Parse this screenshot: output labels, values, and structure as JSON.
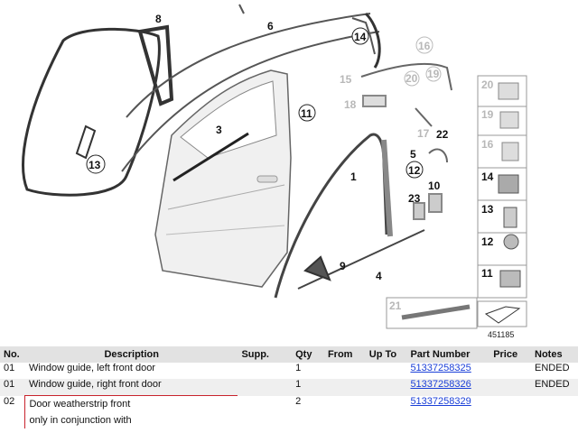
{
  "diagram": {
    "image_id": "451185",
    "callouts": [
      {
        "label": "8",
        "grey": false
      },
      {
        "label": "6",
        "grey": false
      },
      {
        "label": "14",
        "grey": false
      },
      {
        "label": "16",
        "grey": true
      },
      {
        "label": "15",
        "grey": true
      },
      {
        "label": "20",
        "grey": true
      },
      {
        "label": "19",
        "grey": true
      },
      {
        "label": "18",
        "grey": true
      },
      {
        "label": "11",
        "grey": false
      },
      {
        "label": "3",
        "grey": false
      },
      {
        "label": "17",
        "grey": true
      },
      {
        "label": "22",
        "grey": false
      },
      {
        "label": "5",
        "grey": false
      },
      {
        "label": "1",
        "grey": false
      },
      {
        "label": "12",
        "grey": false
      },
      {
        "label": "13",
        "grey": false
      },
      {
        "label": "23",
        "grey": false
      },
      {
        "label": "10",
        "grey": false
      },
      {
        "label": "9",
        "grey": false
      },
      {
        "label": "4",
        "grey": false
      },
      {
        "label": "21",
        "grey": true
      }
    ],
    "side_panel": [
      {
        "label": "20",
        "grey": true
      },
      {
        "label": "19",
        "grey": true
      },
      {
        "label": "16",
        "grey": true
      },
      {
        "label": "14",
        "grey": false
      },
      {
        "label": "13",
        "grey": false
      },
      {
        "label": "12",
        "grey": false
      },
      {
        "label": "11",
        "grey": false
      }
    ]
  },
  "table": {
    "headers": {
      "no": "No.",
      "description": "Description",
      "supp": "Supp.",
      "qty": "Qty",
      "from": "From",
      "up_to": "Up To",
      "part_number": "Part Number",
      "price": "Price",
      "notes": "Notes"
    },
    "rows": [
      {
        "no": "01",
        "description": "Window guide, left front door",
        "supp": "",
        "qty": "1",
        "from": "",
        "up_to": "",
        "part_number": "51337258325",
        "price": "",
        "notes": "ENDED"
      },
      {
        "no": "01",
        "description": "Window guide, right front door",
        "supp": "",
        "qty": "1",
        "from": "",
        "up_to": "",
        "part_number": "51337258326",
        "price": "",
        "notes": "ENDED"
      },
      {
        "no": "02",
        "description_lines": [
          "Door weatherstrip front",
          "only in conjunction with"
        ],
        "supp": "",
        "qty": "2",
        "from": "",
        "up_to": "",
        "part_number": "51337258329",
        "price": "",
        "notes": ""
      }
    ]
  }
}
